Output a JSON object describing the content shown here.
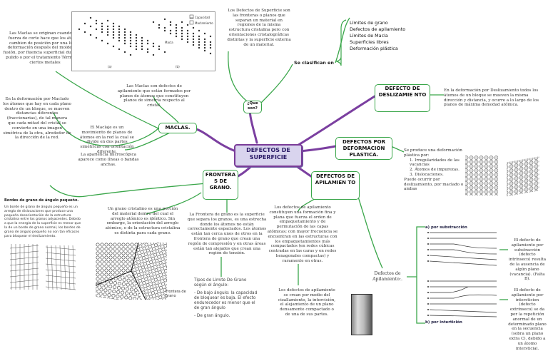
{
  "center": "DEFECTOS DE SUPERFICIE",
  "nodes": {
    "maclas": "MACLAS.",
    "que_son": "¿Que son?",
    "se_clasifican": "Se clasifican en",
    "deslizamiento": "DEFECTO DE DESLIZAMIE NTO",
    "deformacion": "DEFECTOS POR DEFORMACION PLASTICA.",
    "fronteras": "FRONTERA S DE GRANO.",
    "apilamiento": "DEFECTOS DE APILAMIEN TO",
    "defectos_apilamiento": "Defectos de Apilamiento:."
  },
  "clasificacion": [
    "Límites de grano",
    "Defectos de apilamiento",
    "Límites de Macla",
    "Superficies libres",
    "Deformación plástica"
  ],
  "texts": {
    "definicion": "Los Defectos de Superficie son las fronteras o planos que separan un material en regiones de la misma estructura cristalina pero con orientaciones cristalográficas distintas y la superficie externa de un material.",
    "maclas_origen": "Las Maclas se originan cuando una fuerza de corte hace que los átomos cambien de posición por una ligera deformación después del moldeo por fusión, por fluencia superficial durante el pulido o por el tratamiento Térmico de ciertos metales",
    "maclas_def": "En la deformación por Maclado los átomos que hay en cada plano dentro de un bloque, se mueven distancias diferentes (fraccionarias), de tal manera que cada mitad del cristal se convierte en una imagen simétrica de la otra, alrededor de la dirección de la red.",
    "maclas_planos": "Las Maclas son defectos de apilamiento que están formados por planos de átomos que constituyen planos de simetría respecto al cristal.",
    "maclaje": "El Maclaje es un movimiento de planos de átomos en la red la cual se divide en dos partes simétricas con orientación diferente.",
    "apariencia": "La apariencia microscópica aparece como líneas o bandas anchas.",
    "deslizamiento_def": "En la deformación por Deslizamiento todos los átomos de un bloque se mueven la misma dirección y distancia, y ocurre a lo largo de los planos de máxima densidad atómica.",
    "deformacion_def": "Se produce una deformación plástica por:",
    "deformacion_items": [
      "1. Irregularidades de las vacancias",
      "2. Átomos de impurezas.",
      "3. Dislocaciones."
    ],
    "deformacion_extra": "Puede ocurrir por deslizamiento, por maclado o ambas",
    "bordes_title": "Bordes de grano de ángulo pequeño.",
    "bordes_text": "Un borde de grano de ángulo pequeño es un arreglo de dislocaciones que produce una pequeña desorientación de la estructura cristalina entre los granos adyacentes. Debido a que la energía de la superficie es menor que la de un borde de grano normal, los bordes de grano de ángulo pequeño no son tan eficaces para bloquear el deslizamiento.",
    "grano_cristalino": "Un grano cristalino es una porción del material dentro del cual el arreglo atómico es idéntico. Sin embargo, la orientación del arreglo atómico, o de la estructura cristalina es distinta para cada grano.",
    "frontera_grano": "La Frontera de grano es la superficie que separa los granos, es una estrecha donde los átomos no están correctamente espaciados. Los átomos están tan cerca unos de otros en la frontera de grano que crean una región de compresión y en otras áreas están tan alejados que crean una región de tensión.",
    "tipos_title": "Tipos de Limite De Grano según el ángulo:",
    "tipos_1": "- De bajo ángulo: la capacidad de bloquear es baja. El efecto endurecedor es menor que el de gran ángulo",
    "tipos_2": "- De gran ángulo.",
    "apilamiento_def": "Los defectos de apilamiento constituyen una formación fina y plana que fuerza el orden de empaquetamiento y de permutación de las capas atómicas; con mayor frecuencia se encuentran en las estructuras con los empaquetamientos más compactados (en redes cúbicas centradas en las caras y en redes hexagonales compactas) y raramente en otras.",
    "apilamiento_origen": "Los defectos de apilamiento se crean por medio del cizallamiento, la intercisión, el alejamiento de un plano densamente compactado o de una de sus partes.",
    "sustraccion_label": "a) por substracción",
    "sustraccion_text": "El defecto de apilamiento por substracción (defecto intrínseco) resulta de la ausencia de algún plano (vacancia). (Falta B).",
    "interticion_label": "b) por intertición",
    "interticion_text": "El defecto de apilamiento por intersticion (defecto extrínseco) se da por la repetición anormal de un determinado plano en la secuencia (sobra un plano extra C), debido a un átomo intersticial.",
    "frontera_pic_label": "Frontera de grano",
    "pic_labels": [
      "Capacidad",
      "Maclamiento"
    ],
    "pic_letters": [
      "(a)",
      "(b)"
    ],
    "macla_label": "Macla"
  },
  "colors": {
    "branch_purple": "#7b3fa0",
    "branch_green": "#3aa64a",
    "center_fill": "#d9d4ee"
  }
}
